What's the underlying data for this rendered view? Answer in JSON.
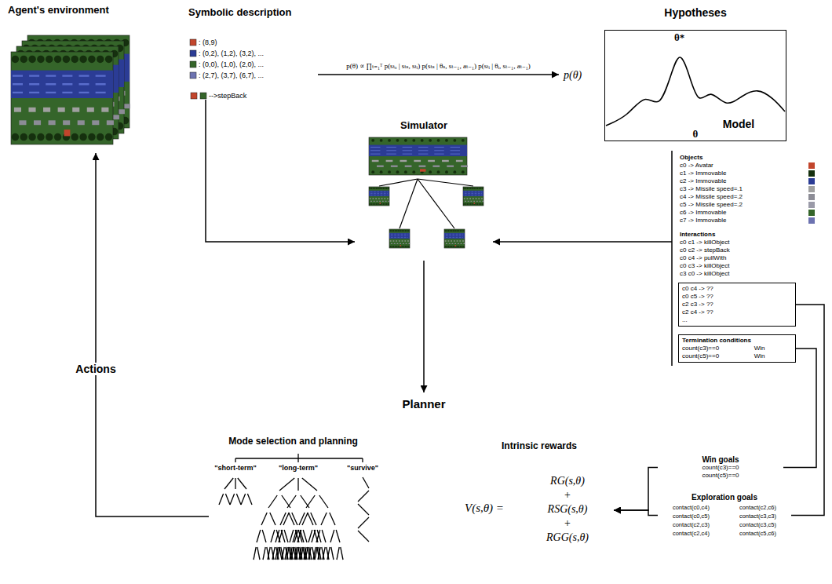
{
  "diagram": {
    "nodes": [
      {
        "text": [
          "Agent's environment"
        ]
      },
      {
        "text": [
          "Symbolic description",
          ": (8,9)",
          ": (0,2), (1,2), (3,2), ...",
          ": (0,0), (1,0), (2,0), ...",
          ": (2,7), (3,7), (6,7), ...",
          "-->stepBack"
        ]
      },
      {
        "text": [
          "Hypotheses",
          "p(θ)"
        ]
      },
      {
        "text": [
          "θ*",
          "θ"
        ],
        "in": 2
      },
      {
        "text": [
          "Simulator"
        ]
      },
      {
        "text": [
          "Model",
          "Objects",
          "c0 -> Avatar",
          "c1 -> Immovable",
          "c2 -> Immovable",
          "c3 -> Missile speed=.1",
          "c4 -> Missile speed=.2",
          "c5 -> Missile speed=.2",
          "c6 -> Immovable",
          "c7 -> Immovable",
          "Interactions",
          "c0 c1 -> killObject",
          "c0 c2 -> stepBack",
          "c0 c4 -> pullWith",
          "c0 c3 -> killObject",
          "c3 c0 -> killObject"
        ]
      },
      {
        "text": [
          "c0 c4 -> ??",
          "c0 c5 -> ??",
          "c2 c3 -> ??",
          "c2 c4 -> ??",
          "..."
        ],
        "in": 5
      },
      {
        "text": [
          "Termination conditions",
          "count(c3)==0",
          "Win",
          "count(c5)==0",
          "Win"
        ],
        "in": 5
      },
      {
        "text": [
          "Planner"
        ]
      },
      {
        "text": [
          "Mode selection and planning",
          "\"short-term\"",
          "\"long-term\"",
          "\"survive\""
        ],
        "in": 8
      },
      {
        "text": [
          "Intrinsic rewards",
          "V(s,θ) =",
          "RG(s,θ)",
          "+",
          "RSG(s,θ)",
          "+",
          "RGG(s,θ)"
        ],
        "in": 8
      },
      {
        "text": [
          "Win goals",
          "count(c3)==0",
          "count(c5)==0"
        ]
      },
      {
        "text": [
          "Exploration goals",
          "contact(c0,c4)",
          "contact(c2,c6)",
          "contact(c0,c5)",
          "contact(c3,c3)",
          "contact(c2,c3)",
          "contact(c3,c5)",
          "contact(c2,c4)",
          "contact(c5,c6)"
        ]
      }
    ],
    "edges": [
      {
        "from": 1,
        "to": 2,
        "arrow": "to",
        "label": "p(θ) ∝ ∏ₜ₌₁ᵀ p(sₜₒ | sₜₛ, sₜᵢ) p(sₜₛ | θₛ, sₜ₋₁, aₜ₋₁) p(sₜᵢ | θᵢ, sₜ₋₁, aₜ₋₁)"
      },
      {
        "from": 1,
        "to": 4,
        "arrow": "to"
      },
      {
        "from": 5,
        "to": 4,
        "arrow": "to"
      },
      {
        "from": 4,
        "to": 8,
        "arrow": "to"
      },
      {
        "from": 9,
        "to": 0,
        "arrow": "to",
        "label": "Actions"
      },
      {
        "from": 6,
        "to": 12,
        "arrow": "none"
      },
      {
        "from": 7,
        "to": 11,
        "arrow": "none"
      },
      {
        "from": 11,
        "to": 10,
        "arrow": "to"
      },
      {
        "from": 12,
        "to": 10,
        "arrow": "to"
      }
    ]
  }
}
